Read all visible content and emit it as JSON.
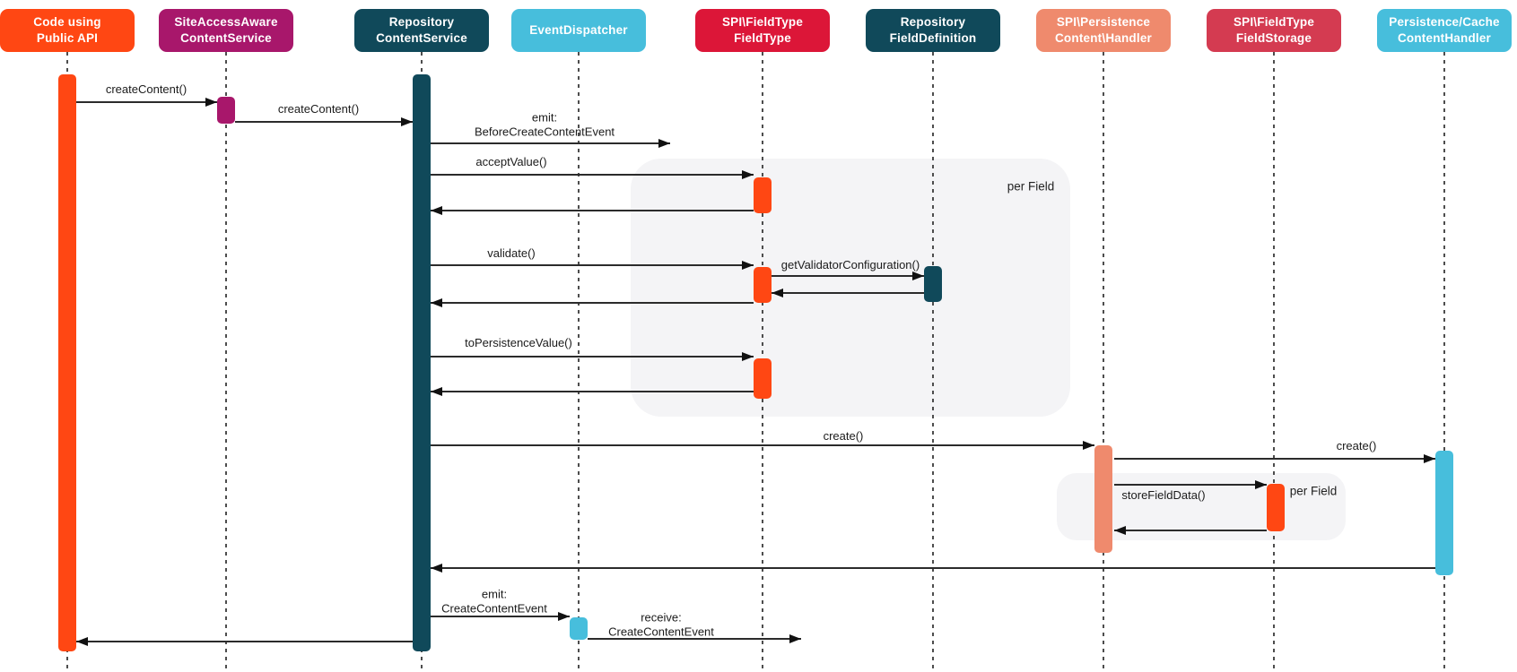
{
  "diagram": {
    "type": "uml-sequence",
    "actors": [
      {
        "id": "public-api-code",
        "label": "Code using\nPublic API",
        "color": "#FF4713"
      },
      {
        "id": "siteaccess-aware-content-service",
        "label": "SiteAccessAware\nContentService",
        "color": "#A8176B"
      },
      {
        "id": "repository-content-service",
        "label": "Repository\nContentService",
        "color": "#10495A"
      },
      {
        "id": "event-dispatcher",
        "label": "EventDispatcher",
        "color": "#47BEDC"
      },
      {
        "id": "spi-fieldtype-fieldtype",
        "label": "SPI\\FieldType\nFieldType",
        "color": "#DC1638"
      },
      {
        "id": "repository-field-definition",
        "label": "Repository\nFieldDefinition",
        "color": "#10495A"
      },
      {
        "id": "spi-persistence-content-handler",
        "label": "SPI\\Persistence\nContent\\Handler",
        "color": "#EF8A6D"
      },
      {
        "id": "spi-fieldtype-fieldstorage",
        "label": "SPI\\FieldType\nFieldStorage",
        "color": "#D43B51"
      },
      {
        "id": "persistence-cache-content-handler",
        "label": "Persistence/Cache\nContentHandler",
        "color": "#47BEDC"
      }
    ],
    "fragments": [
      {
        "label": "per Field"
      },
      {
        "label": "per Field"
      }
    ],
    "messages": [
      {
        "from": "public-api-code",
        "to": "siteaccess-aware-content-service",
        "kind": "call",
        "label": "createContent()"
      },
      {
        "from": "siteaccess-aware-content-service",
        "to": "repository-content-service",
        "kind": "call",
        "label": "createContent()"
      },
      {
        "from": "repository-content-service",
        "to": "event-dispatcher",
        "kind": "emit",
        "label": "emit:\nBeforeCreateContentEvent"
      },
      {
        "from": "repository-content-service",
        "to": "spi-fieldtype-fieldtype",
        "kind": "call",
        "label": "acceptValue()"
      },
      {
        "from": "spi-fieldtype-fieldtype",
        "to": "repository-content-service",
        "kind": "return",
        "label": ""
      },
      {
        "from": "repository-content-service",
        "to": "spi-fieldtype-fieldtype",
        "kind": "call",
        "label": "validate()"
      },
      {
        "from": "spi-fieldtype-fieldtype",
        "to": "repository-field-definition",
        "kind": "call",
        "label": "getValidatorConfiguration()"
      },
      {
        "from": "repository-field-definition",
        "to": "spi-fieldtype-fieldtype",
        "kind": "return",
        "label": ""
      },
      {
        "from": "spi-fieldtype-fieldtype",
        "to": "repository-content-service",
        "kind": "return",
        "label": ""
      },
      {
        "from": "repository-content-service",
        "to": "spi-fieldtype-fieldtype",
        "kind": "call",
        "label": "toPersistenceValue()"
      },
      {
        "from": "spi-fieldtype-fieldtype",
        "to": "repository-content-service",
        "kind": "return",
        "label": ""
      },
      {
        "from": "repository-content-service",
        "to": "spi-persistence-content-handler",
        "kind": "call",
        "label": "create()"
      },
      {
        "from": "spi-persistence-content-handler",
        "to": "persistence-cache-content-handler",
        "kind": "call",
        "label": "create()"
      },
      {
        "from": "spi-persistence-content-handler",
        "to": "spi-fieldtype-fieldstorage",
        "kind": "call",
        "label": "storeFieldData()"
      },
      {
        "from": "spi-fieldtype-fieldstorage",
        "to": "spi-persistence-content-handler",
        "kind": "return",
        "label": ""
      },
      {
        "from": "persistence-cache-content-handler",
        "to": "repository-content-service",
        "kind": "return",
        "label": ""
      },
      {
        "from": "repository-content-service",
        "to": "event-dispatcher",
        "kind": "emit",
        "label": "emit:\nCreateContentEvent"
      },
      {
        "from": "event-dispatcher",
        "to": "",
        "kind": "receive",
        "label": "receive:\nCreateContentEvent"
      },
      {
        "from": "repository-content-service",
        "to": "public-api-code",
        "kind": "return",
        "label": ""
      }
    ]
  },
  "palette": {
    "orange": "#FF4713",
    "magenta": "#A8176B",
    "dark_teal": "#10495A",
    "cyan": "#47BEDC",
    "crimson": "#DC1638",
    "red": "#D43B51",
    "salmon": "#EF8A6D",
    "fragment_bg": "#F4F4F6",
    "lifeline": "#4D4D4D",
    "arrow": "#2B2B2B"
  }
}
